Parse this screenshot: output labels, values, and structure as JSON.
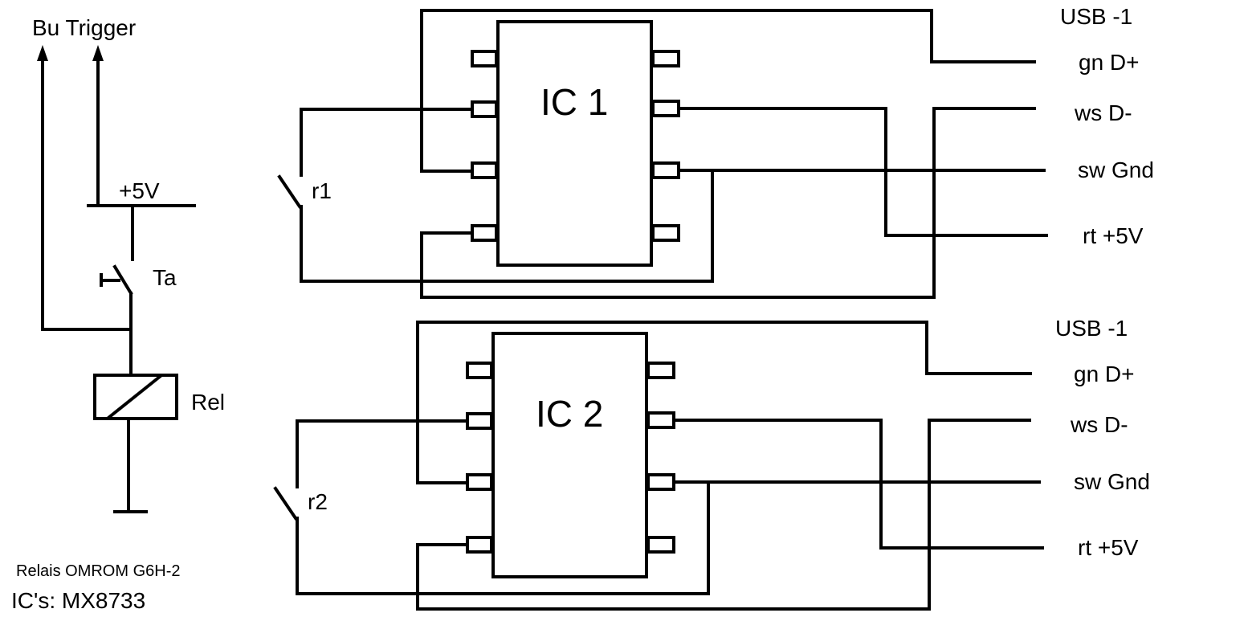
{
  "labels": {
    "bu_trigger": "Bu Trigger",
    "plus5v": "+5V",
    "ta": "Ta",
    "rel": "Rel",
    "r1": "r1",
    "r2": "r2",
    "relais_note": "Relais OMROM G6H-2",
    "ics_note": "IC's: MX8733"
  },
  "ic1": {
    "name": "IC 1",
    "usb": "USB  -1",
    "gn": "gn D+",
    "ws": "ws D-",
    "sw": "sw Gnd",
    "rt": "rt +5V"
  },
  "ic2": {
    "name": "IC 2",
    "usb": "USB  -1",
    "gn": "gn D+",
    "ws": "ws D-",
    "sw": "sw Gnd",
    "rt": "rt +5V"
  }
}
